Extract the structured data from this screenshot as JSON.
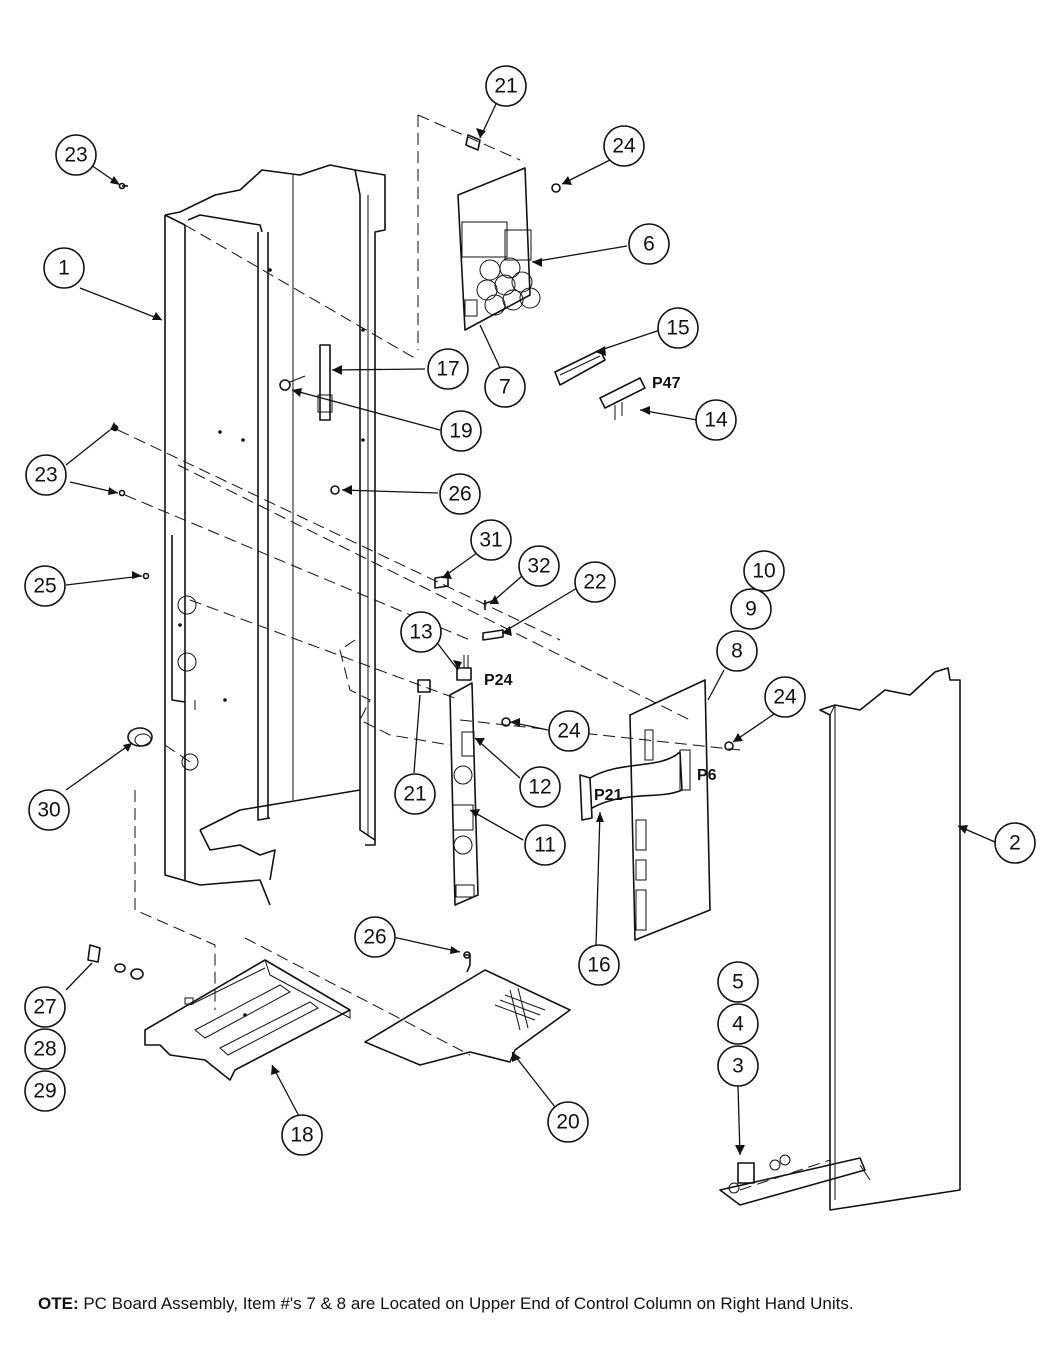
{
  "callouts": [
    {
      "id": "c1",
      "label": "1"
    },
    {
      "id": "c2",
      "label": "2"
    },
    {
      "id": "c3",
      "label": "3"
    },
    {
      "id": "c4",
      "label": "4"
    },
    {
      "id": "c5",
      "label": "5"
    },
    {
      "id": "c6",
      "label": "6"
    },
    {
      "id": "c7",
      "label": "7"
    },
    {
      "id": "c8",
      "label": "8"
    },
    {
      "id": "c9",
      "label": "9"
    },
    {
      "id": "c10",
      "label": "10"
    },
    {
      "id": "c11",
      "label": "11"
    },
    {
      "id": "c12",
      "label": "12"
    },
    {
      "id": "c13",
      "label": "13"
    },
    {
      "id": "c14",
      "label": "14"
    },
    {
      "id": "c15",
      "label": "15"
    },
    {
      "id": "c16",
      "label": "16"
    },
    {
      "id": "c17",
      "label": "17"
    },
    {
      "id": "c18",
      "label": "18"
    },
    {
      "id": "c19",
      "label": "19"
    },
    {
      "id": "c20",
      "label": "20"
    },
    {
      "id": "c21a",
      "label": "21"
    },
    {
      "id": "c21b",
      "label": "21"
    },
    {
      "id": "c22",
      "label": "22"
    },
    {
      "id": "c23a",
      "label": "23"
    },
    {
      "id": "c23b",
      "label": "23"
    },
    {
      "id": "c24a",
      "label": "24"
    },
    {
      "id": "c24b",
      "label": "24"
    },
    {
      "id": "c24c",
      "label": "24"
    },
    {
      "id": "c25",
      "label": "25"
    },
    {
      "id": "c26a",
      "label": "26"
    },
    {
      "id": "c26b",
      "label": "26"
    },
    {
      "id": "c27",
      "label": "27"
    },
    {
      "id": "c28",
      "label": "28"
    },
    {
      "id": "c29",
      "label": "29"
    },
    {
      "id": "c30",
      "label": "30"
    },
    {
      "id": "c31",
      "label": "31"
    },
    {
      "id": "c32",
      "label": "32"
    }
  ],
  "connectors": {
    "p47": "P47",
    "p24": "P24",
    "p21": "P21",
    "p6": "P6"
  },
  "note": {
    "prefix": "OTE:",
    "text": " PC Board Assembly, Item #'s 7 & 8 are Located on Upper End of Control Column on Right Hand Units."
  }
}
